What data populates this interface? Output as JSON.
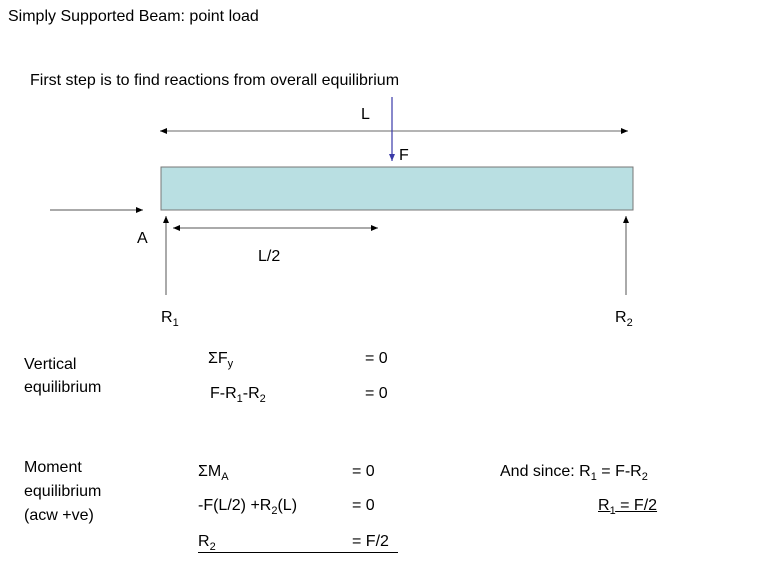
{
  "title": "Simply Supported Beam:  point load",
  "subtitle": "First step is to find reactions from overall equilibrium",
  "diagram": {
    "label_L": "L",
    "label_F": "F",
    "label_A": "A",
    "label_half_L": "L/2",
    "label_R1": {
      "main": "R",
      "sub": "1"
    },
    "label_R2": {
      "main": "R",
      "sub": "2"
    },
    "beam_color": "#B9DFE2",
    "force_color": "#3a3aa8"
  },
  "vertical": {
    "heading_line1": "Vertical",
    "heading_line2": "equilibrium",
    "eq1_lhs": {
      "main": "ΣF",
      "sub": "y"
    },
    "eq1_rhs": "= 0",
    "eq2_lhs": {
      "a": "F-R",
      "s1": "1",
      "b": "-R",
      "s2": "2"
    },
    "eq2_rhs": "= 0"
  },
  "moment": {
    "heading_line1": "Moment",
    "heading_line2": "equilibrium",
    "heading_line3": "(acw +ve)",
    "eq1_lhs": {
      "main": "ΣM",
      "sub": "A"
    },
    "eq1_rhs": "= 0",
    "eq2_lhs": {
      "a": "-F(L/2) +R",
      "s": "2",
      "b": "(L)"
    },
    "eq2_rhs": "= 0",
    "eq3_lhs": {
      "main": "R",
      "sub": "2"
    },
    "eq3_rhs": "= F/2"
  },
  "since": {
    "line1": {
      "a": "And since: R",
      "s1": "1",
      "b": " = F-R",
      "s2": "2"
    },
    "line2": {
      "a": "R",
      "s": "1",
      "b": " = F/2"
    }
  }
}
